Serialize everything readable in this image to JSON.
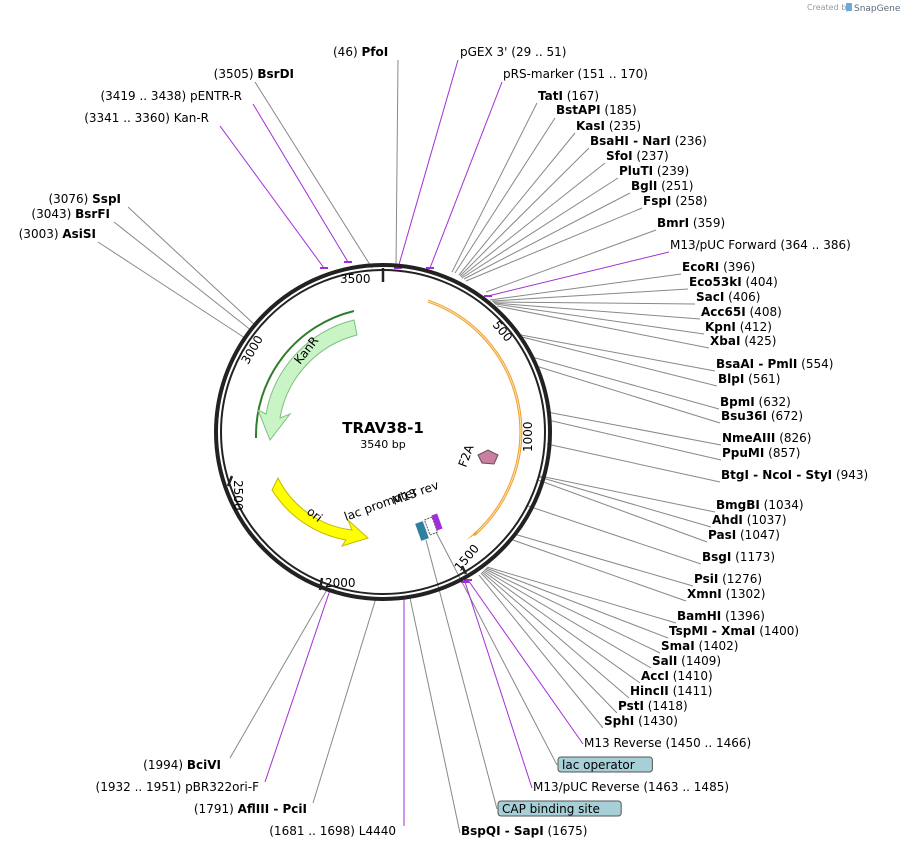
{
  "credit": {
    "created_by": "Created by",
    "brand": "SnapGene"
  },
  "plasmid": {
    "name": "TRAV38-1",
    "size": "3540 bp"
  },
  "ticks": [
    "500",
    "1000",
    "1500",
    "2000",
    "2500",
    "3000",
    "3500"
  ],
  "features": {
    "kanr": "KanR",
    "ori": "ori",
    "f2a": "F2A",
    "m13rev": "M13 rev",
    "lac_promoter": "lac promoter"
  },
  "right_labels": [
    {
      "pre": "",
      "name": "PfoI",
      "pos": "(46)",
      "type": "site"
    },
    {
      "pre": "",
      "name": "pGEX 3'",
      "pos": "(29 .. 51)",
      "type": "primer"
    },
    {
      "pre": "",
      "name": "pRS-marker",
      "pos": "(151 .. 170)",
      "type": "primer"
    },
    {
      "name": "TatI",
      "pos": "(167)",
      "type": "site"
    },
    {
      "name": "BstAPI",
      "pos": "(185)",
      "type": "site"
    },
    {
      "name": "KasI",
      "pos": "(235)",
      "type": "site"
    },
    {
      "name": "BsaHI - NarI",
      "pos": "(236)",
      "type": "site"
    },
    {
      "name": "SfoI",
      "pos": "(237)",
      "type": "site"
    },
    {
      "name": "PluTI",
      "pos": "(239)",
      "type": "site"
    },
    {
      "name": "BglI",
      "pos": "(251)",
      "type": "site"
    },
    {
      "name": "FspI",
      "pos": "(258)",
      "type": "site"
    },
    {
      "name": "BmrI",
      "pos": "(359)",
      "type": "site"
    },
    {
      "name": "M13/pUC Forward",
      "pos": "(364 .. 386)",
      "type": "primer"
    },
    {
      "name": "EcoRI",
      "pos": "(396)",
      "type": "site"
    },
    {
      "name": "Eco53kI",
      "pos": "(404)",
      "type": "site"
    },
    {
      "name": "SacI",
      "pos": "(406)",
      "type": "site"
    },
    {
      "name": "Acc65I",
      "pos": "(408)",
      "type": "site"
    },
    {
      "name": "KpnI",
      "pos": "(412)",
      "type": "site"
    },
    {
      "name": "XbaI",
      "pos": "(425)",
      "type": "site"
    },
    {
      "name": "BsaAI - PmlI",
      "pos": "(554)",
      "type": "site"
    },
    {
      "name": "BlpI",
      "pos": "(561)",
      "type": "site"
    },
    {
      "name": "BpmI",
      "pos": "(632)",
      "type": "site"
    },
    {
      "name": "Bsu36I",
      "pos": "(672)",
      "type": "site"
    },
    {
      "name": "NmeAIII",
      "pos": "(826)",
      "type": "site"
    },
    {
      "name": "PpuMI",
      "pos": "(857)",
      "type": "site"
    },
    {
      "name": "BtgI - NcoI - StyI",
      "pos": "(943)",
      "type": "site"
    },
    {
      "name": "BmgBI",
      "pos": "(1034)",
      "type": "site"
    },
    {
      "name": "AhdI",
      "pos": "(1037)",
      "type": "site"
    },
    {
      "name": "PasI",
      "pos": "(1047)",
      "type": "site"
    },
    {
      "name": "BsgI",
      "pos": "(1173)",
      "type": "site"
    },
    {
      "name": "PsiI",
      "pos": "(1276)",
      "type": "site"
    },
    {
      "name": "XmnI",
      "pos": "(1302)",
      "type": "site"
    },
    {
      "name": "BamHI",
      "pos": "(1396)",
      "type": "site"
    },
    {
      "name": "TspMI - XmaI",
      "pos": "(1400)",
      "type": "site"
    },
    {
      "name": "SmaI",
      "pos": "(1402)",
      "type": "site"
    },
    {
      "name": "SalI",
      "pos": "(1409)",
      "type": "site"
    },
    {
      "name": "AccI",
      "pos": "(1410)",
      "type": "site"
    },
    {
      "name": "HincII",
      "pos": "(1411)",
      "type": "site"
    },
    {
      "name": "PstI",
      "pos": "(1418)",
      "type": "site"
    },
    {
      "name": "SphI",
      "pos": "(1430)",
      "type": "site"
    },
    {
      "name": "M13 Reverse",
      "pos": "(1450 .. 1466)",
      "type": "primer"
    },
    {
      "name": "lac operator",
      "pos": "",
      "type": "box"
    },
    {
      "name": "M13/pUC Reverse",
      "pos": "(1463 .. 1485)",
      "type": "primer"
    },
    {
      "name": "CAP binding site",
      "pos": "",
      "type": "box"
    },
    {
      "name": "BspQI - SapI",
      "pos": "(1675)",
      "type": "site"
    }
  ],
  "left_labels": [
    {
      "name": "BsrDI",
      "pos": "(3505)",
      "type": "site"
    },
    {
      "name": "pENTR-R",
      "pos": "(3419 .. 3438)",
      "type": "primer"
    },
    {
      "name": "Kan-R",
      "pos": "(3341 .. 3360)",
      "type": "primer"
    },
    {
      "name": "SspI",
      "pos": "(3076)",
      "type": "site"
    },
    {
      "name": "BsrFI",
      "pos": "(3043)",
      "type": "site"
    },
    {
      "name": "AsiSI",
      "pos": "(3003)",
      "type": "site"
    },
    {
      "name": "BciVI",
      "pos": "(1994)",
      "type": "site"
    },
    {
      "name": "pBR322ori-F",
      "pos": "(1932 .. 1951)",
      "type": "primer"
    },
    {
      "name": "AflIII - PciI",
      "pos": "(1791)",
      "type": "site"
    },
    {
      "name": "L4440",
      "pos": "(1681 .. 1698)",
      "type": "primer"
    }
  ],
  "colors": {
    "primer": "#a22fd6",
    "kanr_fill": "#c9f5c6",
    "kanr_stroke": "#2e7d2a",
    "ori_fill": "#ffff00",
    "orf": "#f0a030",
    "f2a": "#c97fa0",
    "box_fill": "#a7cfd8",
    "ring": "#222222"
  }
}
